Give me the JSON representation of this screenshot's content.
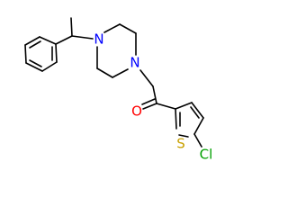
{
  "molecule": {
    "atoms": {
      "n1": {
        "label": "N",
        "color": "#0000ff"
      },
      "n2": {
        "label": "N",
        "color": "#0000ff"
      },
      "o1": {
        "label": "O",
        "color": "#ff0000"
      },
      "s1": {
        "label": "S",
        "color": "#c8a000"
      },
      "cl1": {
        "label": "Cl",
        "color": "#00a000"
      }
    }
  }
}
